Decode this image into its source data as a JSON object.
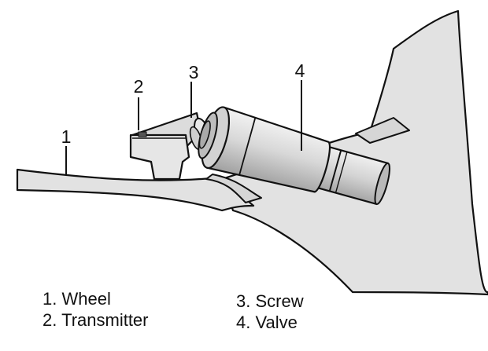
{
  "callouts": [
    "1",
    "2",
    "3",
    "4"
  ],
  "legend": [
    {
      "num": "1.",
      "text": "Wheel"
    },
    {
      "num": "2.",
      "text": "Transmitter"
    },
    {
      "num": "3.",
      "text": "Screw"
    },
    {
      "num": "4.",
      "text": "Valve"
    }
  ],
  "colors": {
    "fill": "#e2e2e2",
    "outline": "#111111",
    "shade": "#c9c9c9"
  }
}
